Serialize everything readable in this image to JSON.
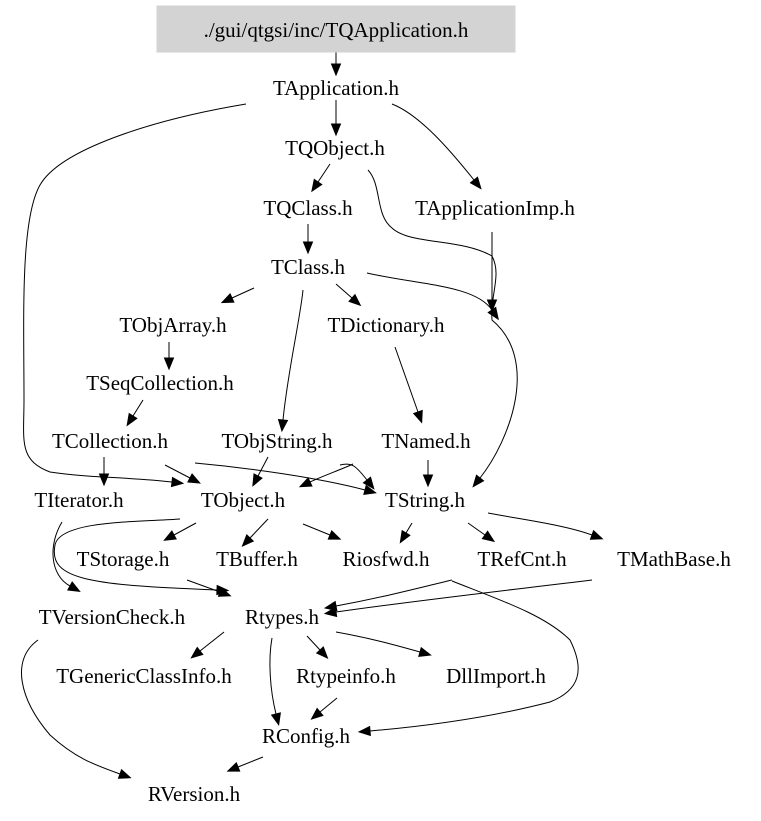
{
  "graph": {
    "title": "Include dependency graph",
    "root": "./gui/qtgsi/inc/TQApplication.h",
    "root_fill": "#d3d3d3",
    "nodes": [
      {
        "id": "root",
        "label": "./gui/qtgsi/inc/TQApplication.h"
      },
      {
        "id": "TApplication",
        "label": "TApplication.h"
      },
      {
        "id": "TQObject",
        "label": "TQObject.h"
      },
      {
        "id": "TQClass",
        "label": "TQClass.h"
      },
      {
        "id": "TApplicationImp",
        "label": "TApplicationImp.h"
      },
      {
        "id": "TClass",
        "label": "TClass.h"
      },
      {
        "id": "TObjArray",
        "label": "TObjArray.h"
      },
      {
        "id": "TDictionary",
        "label": "TDictionary.h"
      },
      {
        "id": "TSeqCollection",
        "label": "TSeqCollection.h"
      },
      {
        "id": "TCollection",
        "label": "TCollection.h"
      },
      {
        "id": "TObjString",
        "label": "TObjString.h"
      },
      {
        "id": "TNamed",
        "label": "TNamed.h"
      },
      {
        "id": "TIterator",
        "label": "TIterator.h"
      },
      {
        "id": "TObject",
        "label": "TObject.h"
      },
      {
        "id": "TString",
        "label": "TString.h"
      },
      {
        "id": "TStorage",
        "label": "TStorage.h"
      },
      {
        "id": "TBuffer",
        "label": "TBuffer.h"
      },
      {
        "id": "Riosfwd",
        "label": "Riosfwd.h"
      },
      {
        "id": "TRefCnt",
        "label": "TRefCnt.h"
      },
      {
        "id": "TMathBase",
        "label": "TMathBase.h"
      },
      {
        "id": "TVersionCheck",
        "label": "TVersionCheck.h"
      },
      {
        "id": "Rtypes",
        "label": "Rtypes.h"
      },
      {
        "id": "TGenericClassInfo",
        "label": "TGenericClassInfo.h"
      },
      {
        "id": "Rtypeinfo",
        "label": "Rtypeinfo.h"
      },
      {
        "id": "DllImport",
        "label": "DllImport.h"
      },
      {
        "id": "RConfig",
        "label": "RConfig.h"
      },
      {
        "id": "RVersion",
        "label": "RVersion.h"
      }
    ],
    "edges": [
      {
        "from": "root",
        "to": "TApplication"
      },
      {
        "from": "TApplication",
        "to": "TQObject"
      },
      {
        "from": "TApplication",
        "to": "TApplicationImp"
      },
      {
        "from": "TApplication",
        "to": "TObject"
      },
      {
        "from": "TQObject",
        "to": "TQClass"
      },
      {
        "from": "TQObject",
        "to": "TString"
      },
      {
        "from": "TQClass",
        "to": "TClass"
      },
      {
        "from": "TApplicationImp",
        "to": "TString"
      },
      {
        "from": "TClass",
        "to": "TObjArray"
      },
      {
        "from": "TClass",
        "to": "TDictionary"
      },
      {
        "from": "TClass",
        "to": "TObjString"
      },
      {
        "from": "TClass",
        "to": "TString"
      },
      {
        "from": "TObjArray",
        "to": "TSeqCollection"
      },
      {
        "from": "TSeqCollection",
        "to": "TCollection"
      },
      {
        "from": "TDictionary",
        "to": "TNamed"
      },
      {
        "from": "TCollection",
        "to": "TIterator"
      },
      {
        "from": "TCollection",
        "to": "TObject"
      },
      {
        "from": "TCollection",
        "to": "TString"
      },
      {
        "from": "TObjString",
        "to": "TObject"
      },
      {
        "from": "TNamed",
        "to": "TObject"
      },
      {
        "from": "TNamed",
        "to": "TString"
      },
      {
        "from": "TIterator",
        "to": "TVersionCheck"
      },
      {
        "from": "TIterator",
        "to": "Rtypes"
      },
      {
        "from": "TObject",
        "to": "TStorage"
      },
      {
        "from": "TObject",
        "to": "TBuffer"
      },
      {
        "from": "TObject",
        "to": "Riosfwd"
      },
      {
        "from": "TString",
        "to": "Riosfwd"
      },
      {
        "from": "TString",
        "to": "TRefCnt"
      },
      {
        "from": "TString",
        "to": "TMathBase"
      },
      {
        "from": "TStorage",
        "to": "Rtypes"
      },
      {
        "from": "TRefCnt",
        "to": "Rtypes"
      },
      {
        "from": "TRefCnt",
        "to": "RConfig"
      },
      {
        "from": "TMathBase",
        "to": "Rtypes"
      },
      {
        "from": "TVersionCheck",
        "to": "RVersion"
      },
      {
        "from": "Rtypes",
        "to": "TGenericClassInfo"
      },
      {
        "from": "Rtypes",
        "to": "Rtypeinfo"
      },
      {
        "from": "Rtypes",
        "to": "DllImport"
      },
      {
        "from": "Rtypes",
        "to": "RConfig"
      },
      {
        "from": "Rtypeinfo",
        "to": "RConfig"
      },
      {
        "from": "RConfig",
        "to": "RVersion"
      }
    ]
  }
}
